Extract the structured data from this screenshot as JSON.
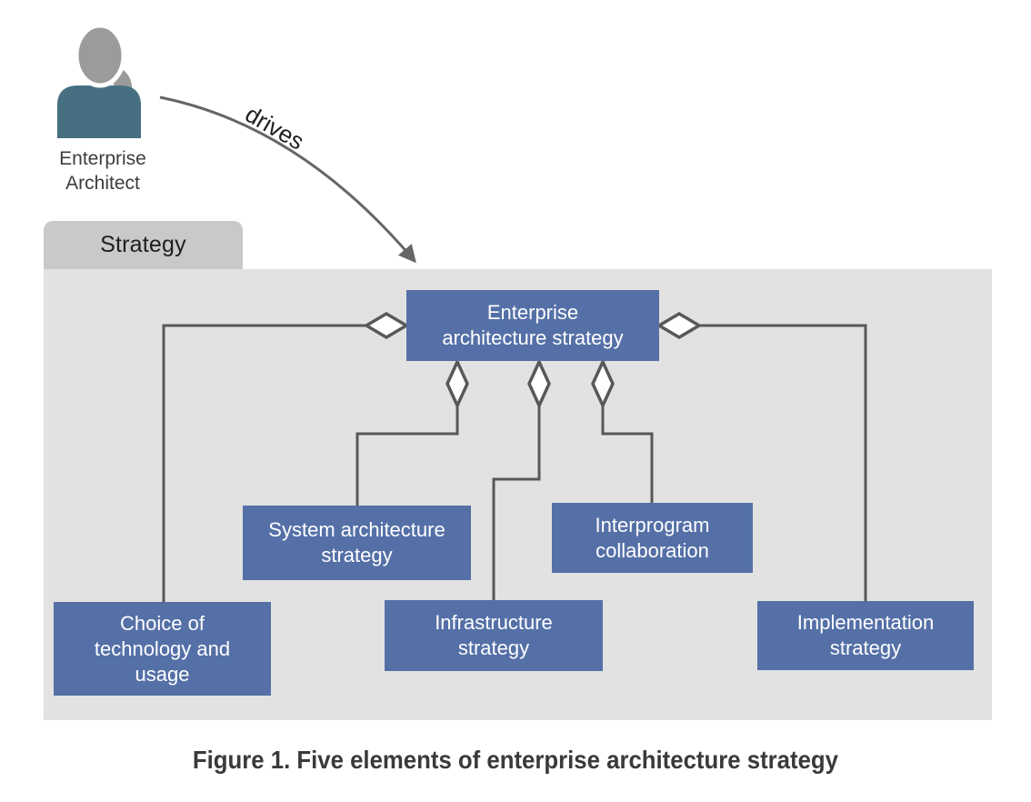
{
  "tab": {
    "label": "Strategy"
  },
  "actor": {
    "label": "Enterprise\nArchitect"
  },
  "relation": {
    "label": "drives"
  },
  "nodes": {
    "root": {
      "label": "Enterprise\narchitecture strategy"
    },
    "system": {
      "label": "System architecture\nstrategy"
    },
    "interprogram": {
      "label": "Interprogram\ncollaboration"
    },
    "choice": {
      "label": "Choice of\ntechnology and\nusage"
    },
    "infrastructure": {
      "label": "Infrastructure\nstrategy"
    },
    "implementation": {
      "label": "Implementation\nstrategy"
    }
  },
  "caption": "Figure 1. Five elements of enterprise architecture strategy",
  "colors": {
    "node_fill": "#5570a7",
    "node_text": "#ffffff",
    "panel_fill": "#e2e2e2",
    "tab_fill": "#c9c9c9",
    "connector_line": "#58585a",
    "diamond_fill": "#ffffff",
    "arrow": "#666666",
    "actor_head": "#9b9b9b",
    "actor_body": "#467082",
    "caption_text": "#3a3a3a"
  }
}
